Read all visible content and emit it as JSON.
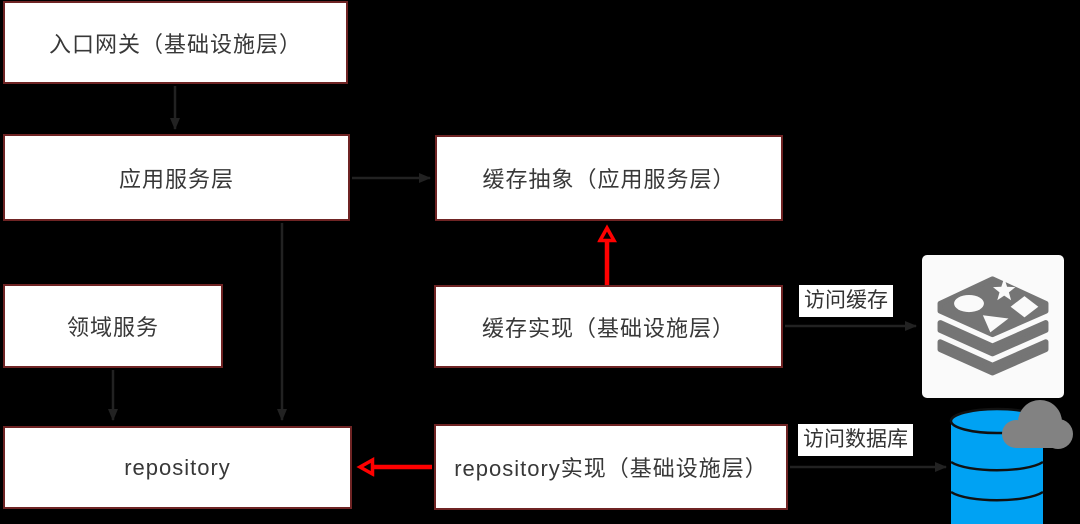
{
  "diagram": {
    "nodes": [
      {
        "id": "gateway",
        "label": "入口网关（基础设施层）"
      },
      {
        "id": "app-service",
        "label": "应用服务层"
      },
      {
        "id": "domain-service",
        "label": "领域服务"
      },
      {
        "id": "repository",
        "label": "repository"
      },
      {
        "id": "cache-abstraction",
        "label": "缓存抽象（应用服务层）"
      },
      {
        "id": "cache-impl",
        "label": "缓存实现（基础设施层）"
      },
      {
        "id": "repository-impl",
        "label": "repository实现（基础设施层）"
      }
    ],
    "edge_labels": {
      "access_cache": "访问缓存",
      "access_database": "访问数据库"
    },
    "edges": [
      {
        "from": "gateway",
        "to": "app-service",
        "style": "solid-black"
      },
      {
        "from": "app-service",
        "to": "cache-abstraction",
        "style": "solid-black"
      },
      {
        "from": "app-service",
        "to": "repository",
        "style": "solid-black"
      },
      {
        "from": "domain-service",
        "to": "repository",
        "style": "solid-black"
      },
      {
        "from": "cache-impl",
        "to": "cache-abstraction",
        "style": "solid-red-open"
      },
      {
        "from": "repository-impl",
        "to": "repository",
        "style": "solid-red-open"
      },
      {
        "from": "cache-impl",
        "to": "redis",
        "style": "solid-black",
        "label": "访问缓存"
      },
      {
        "from": "repository-impl",
        "to": "database",
        "style": "solid-black",
        "label": "访问数据库"
      }
    ],
    "icons": [
      {
        "name": "redis-icon",
        "color": "#757575",
        "background": "#fafafa"
      },
      {
        "name": "database-cloud-icon",
        "cylinder_color": "#00a2f3",
        "cloud_color": "#828282"
      }
    ],
    "colors": {
      "background": "#000000",
      "box_fill": "#ffffff",
      "box_border": "#6f2424",
      "text": "#383838",
      "arrow_black": "#222222",
      "arrow_red": "#ff0000"
    }
  }
}
